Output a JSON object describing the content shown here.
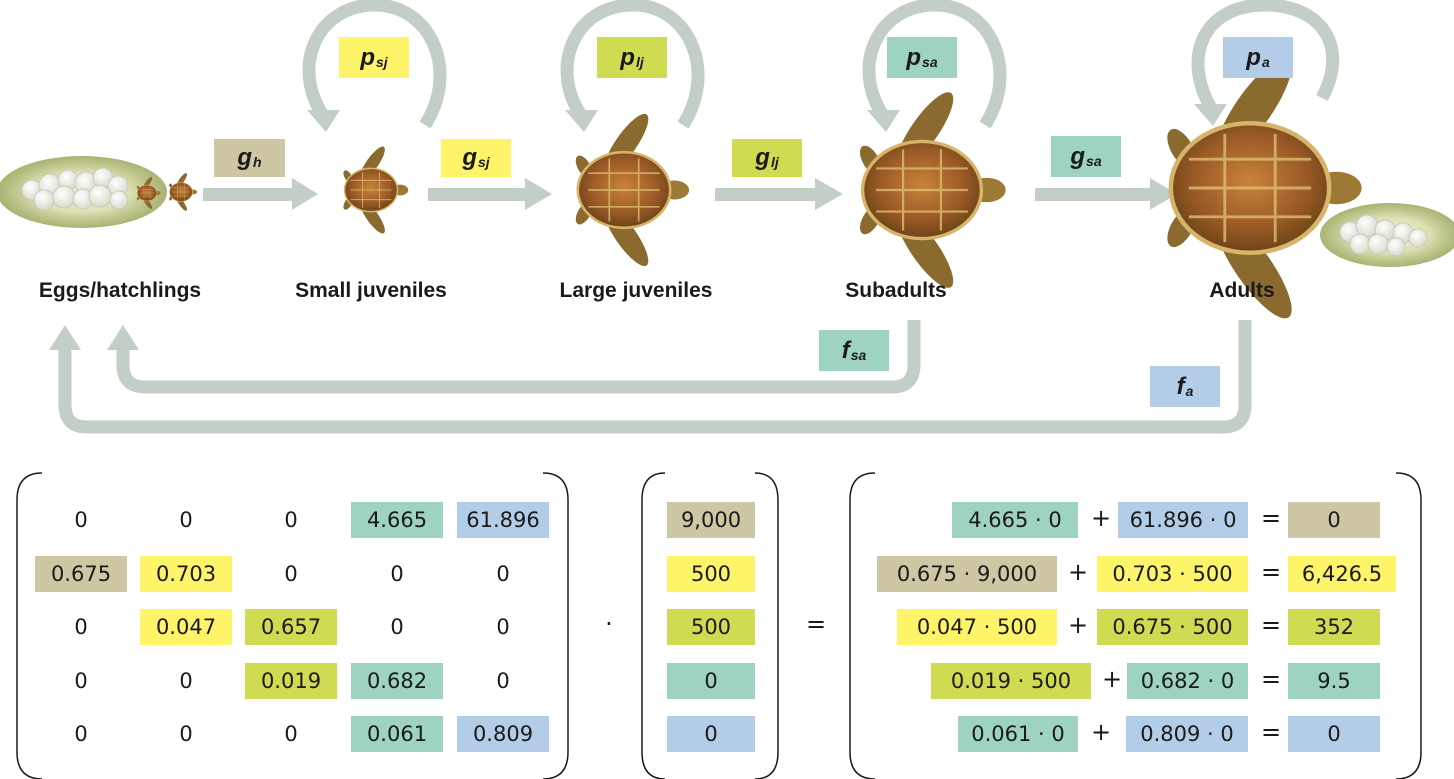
{
  "colors": {
    "hatch": "#cdc8a3",
    "small": "#fdf46a",
    "large": "#cfdc52",
    "sub": "#9ed3bf",
    "adult": "#b3cde8",
    "arrow": "#c3cfc6"
  },
  "stages": [
    "Eggs/hatchlings",
    "Small juveniles",
    "Large juveniles",
    "Subadults",
    "Adults"
  ],
  "rates": {
    "g_h": {
      "sym": "g",
      "sub": "h"
    },
    "p_sj": {
      "sym": "p",
      "sub": "sj"
    },
    "g_sj": {
      "sym": "g",
      "sub": "sj"
    },
    "p_lj": {
      "sym": "p",
      "sub": "lj"
    },
    "g_lj": {
      "sym": "g",
      "sub": "lj"
    },
    "p_sa": {
      "sym": "p",
      "sub": "sa"
    },
    "g_sa": {
      "sym": "g",
      "sub": "sa"
    },
    "p_a": {
      "sym": "p",
      "sub": "a"
    },
    "f_sa": {
      "sym": "f",
      "sub": "sa"
    },
    "f_a": {
      "sym": "f",
      "sub": "a"
    }
  },
  "matrix": [
    [
      {
        "v": "0"
      },
      {
        "v": "0"
      },
      {
        "v": "0"
      },
      {
        "v": "4.665",
        "c": "sub"
      },
      {
        "v": "61.896",
        "c": "adult"
      }
    ],
    [
      {
        "v": "0.675",
        "c": "hatch"
      },
      {
        "v": "0.703",
        "c": "small"
      },
      {
        "v": "0"
      },
      {
        "v": "0"
      },
      {
        "v": "0"
      }
    ],
    [
      {
        "v": "0"
      },
      {
        "v": "0.047",
        "c": "small"
      },
      {
        "v": "0.657",
        "c": "large"
      },
      {
        "v": "0"
      },
      {
        "v": "0"
      }
    ],
    [
      {
        "v": "0"
      },
      {
        "v": "0"
      },
      {
        "v": "0.019",
        "c": "large"
      },
      {
        "v": "0.682",
        "c": "sub"
      },
      {
        "v": "0"
      }
    ],
    [
      {
        "v": "0"
      },
      {
        "v": "0"
      },
      {
        "v": "0"
      },
      {
        "v": "0.061",
        "c": "sub"
      },
      {
        "v": "0.809",
        "c": "adult"
      }
    ]
  ],
  "vector": [
    {
      "v": "9,000",
      "c": "hatch"
    },
    {
      "v": "500",
      "c": "small"
    },
    {
      "v": "500",
      "c": "large"
    },
    {
      "v": "0",
      "c": "sub"
    },
    {
      "v": "0",
      "c": "adult"
    }
  ],
  "dot_symbol": "·",
  "plus_symbol": "+",
  "equals_symbol": "=",
  "result_rows": [
    {
      "a": "4.665 · 0",
      "ac": "sub",
      "b": "61.896 · 0",
      "bc": "adult",
      "r": "0",
      "rc": "hatch"
    },
    {
      "a": "0.675 · 9,000",
      "ac": "hatch",
      "b": "0.703 · 500",
      "bc": "small",
      "r": "6,426.5",
      "rc": "small"
    },
    {
      "a": "0.047 · 500",
      "ac": "small",
      "b": "0.675 · 500",
      "bc": "large",
      "r": "352",
      "rc": "large"
    },
    {
      "a": "0.019 · 500",
      "ac": "large",
      "b": "0.682 · 0",
      "bc": "sub",
      "r": "9.5",
      "rc": "sub"
    },
    {
      "a": "0.061 · 0",
      "ac": "sub",
      "b": "0.809 · 0",
      "bc": "adult",
      "r": "0",
      "rc": "adult"
    }
  ]
}
